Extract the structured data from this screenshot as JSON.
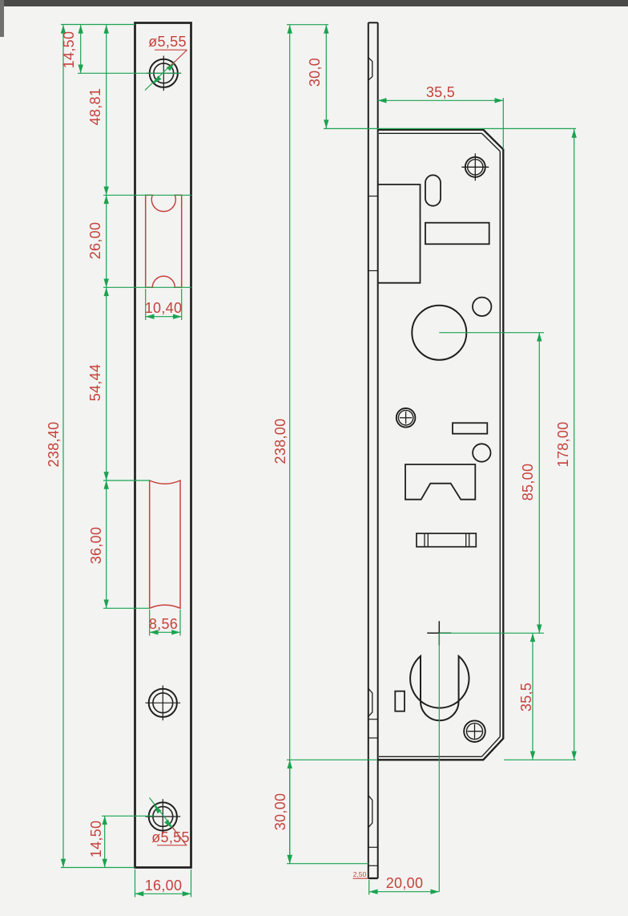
{
  "drawing": {
    "type": "cad-technical-drawing",
    "part": "mortise lock with faceplate",
    "units_style": "comma-decimal millimetres",
    "colors": {
      "outline": "#1f1f1f",
      "dimension_lines": "#1aa34f",
      "dimension_text": "#c4423a",
      "background": "#f3f3f2"
    },
    "left_view": {
      "name": "strike-plate-front-view",
      "labels": {
        "offset_top": "14,50",
        "hole_diameter_top": "ø5,55",
        "top_to_roller_cutout": "48,81",
        "roller_cutout_height": "26,00",
        "roller_cutout_width": "10,40",
        "overall_length": "238,40",
        "between_cutouts": "54,44",
        "latch_cutout_height": "36,00",
        "latch_cutout_width": "8,56",
        "offset_bottom": "14,50",
        "hole_diameter_bottom": "ø5,55",
        "plate_width": "16,00"
      }
    },
    "right_view": {
      "name": "lock-case-side-view",
      "labels": {
        "top_overhang": "30,0",
        "backset_top": "35,5",
        "overall_length": "238,00",
        "case_length": "178,00",
        "follower_to_cylinder": "85,00",
        "cylinder_to_case_bottom": "35,5",
        "bottom_overhang": "30,00",
        "cylinder_backset": "20,00",
        "faceplate_thickness": "2,50"
      }
    }
  }
}
